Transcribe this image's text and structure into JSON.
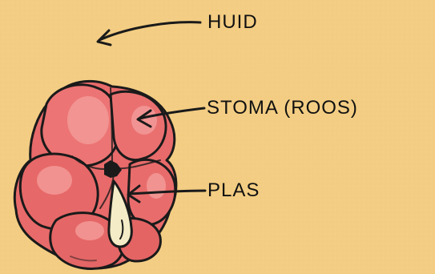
{
  "labels": {
    "skin": "HUID",
    "stoma": "STOMA (ROOS)",
    "pool": "PLAS"
  },
  "colors": {
    "background": "#f3cd83",
    "stoma_fill": "#e86a6a",
    "stoma_highlight": "#f39a98",
    "stoma_shadow": "#c9474b",
    "outline": "#1a1a1a",
    "pool_fill": "#f3ecc6"
  },
  "icons": {
    "stoma": "stoma-rose-illustration",
    "pool": "pool-droplet",
    "arrows": "pointer-arrow"
  }
}
